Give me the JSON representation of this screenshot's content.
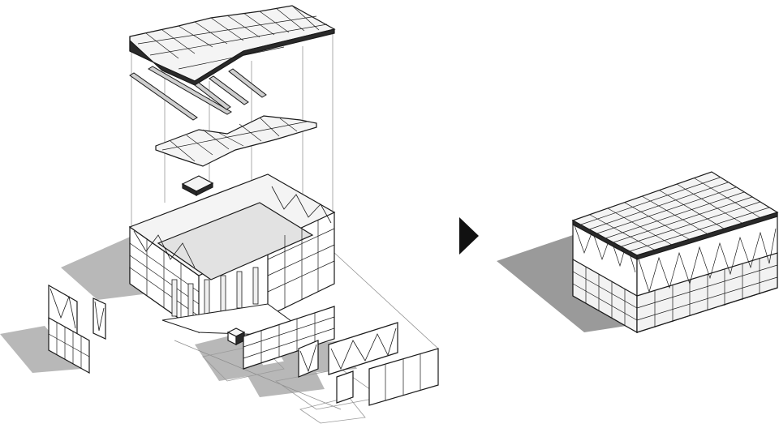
{
  "diagram": {
    "type": "exploded axonometric to assembled axonometric",
    "panels": [
      "exploded-assembly",
      "assembled-building"
    ],
    "colors": {
      "line": "#1a1a1a",
      "roof_fill": "#f4f4f4",
      "shadow": "#9a9a9a",
      "guide": "#888888",
      "arrow": "#111111"
    },
    "icons": [
      "transition-arrow-icon"
    ]
  }
}
